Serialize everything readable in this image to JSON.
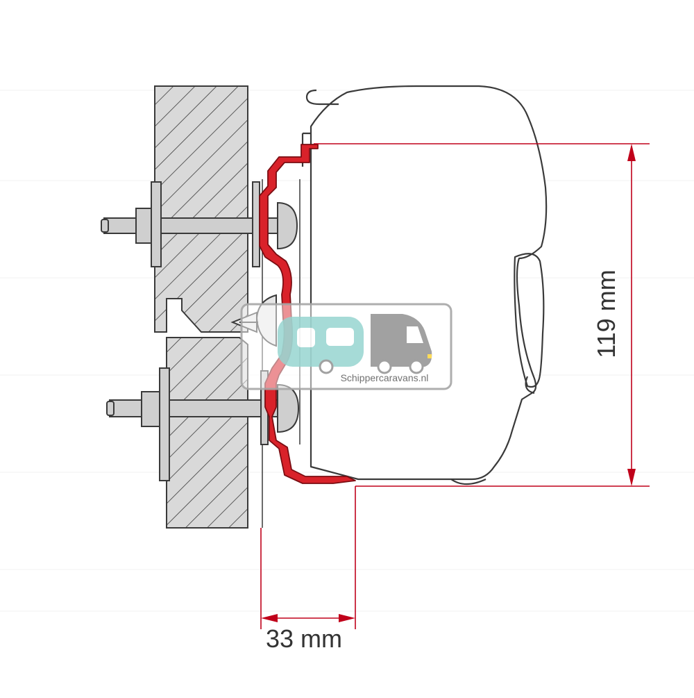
{
  "dimensions": {
    "height_label": "119 mm",
    "width_label": "33 mm"
  },
  "watermark": {
    "text": "Schippercaravans.nl"
  },
  "colors": {
    "bracket_red": "#d9222a",
    "dimension_line": "#c0001a",
    "outline": "#3a3a3a",
    "wall_fill": "#d9d9d9",
    "bolt_fill": "#cfcfcf",
    "watermark_teal": "#9fd8d4",
    "watermark_grey": "#9a9a9a"
  }
}
